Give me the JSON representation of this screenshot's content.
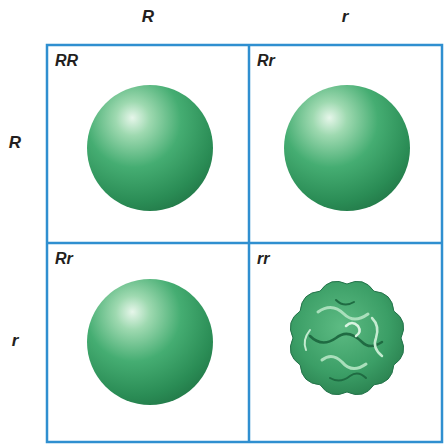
{
  "diagram": {
    "nodes": [
      {
        "text": [
          "RR"
        ]
      },
      {
        "text": [
          "Rr"
        ]
      },
      {
        "text": [
          "Rr"
        ]
      },
      {
        "text": [
          "rr"
        ]
      }
    ],
    "labels": [
      "R",
      "r",
      "R",
      "r"
    ]
  }
}
